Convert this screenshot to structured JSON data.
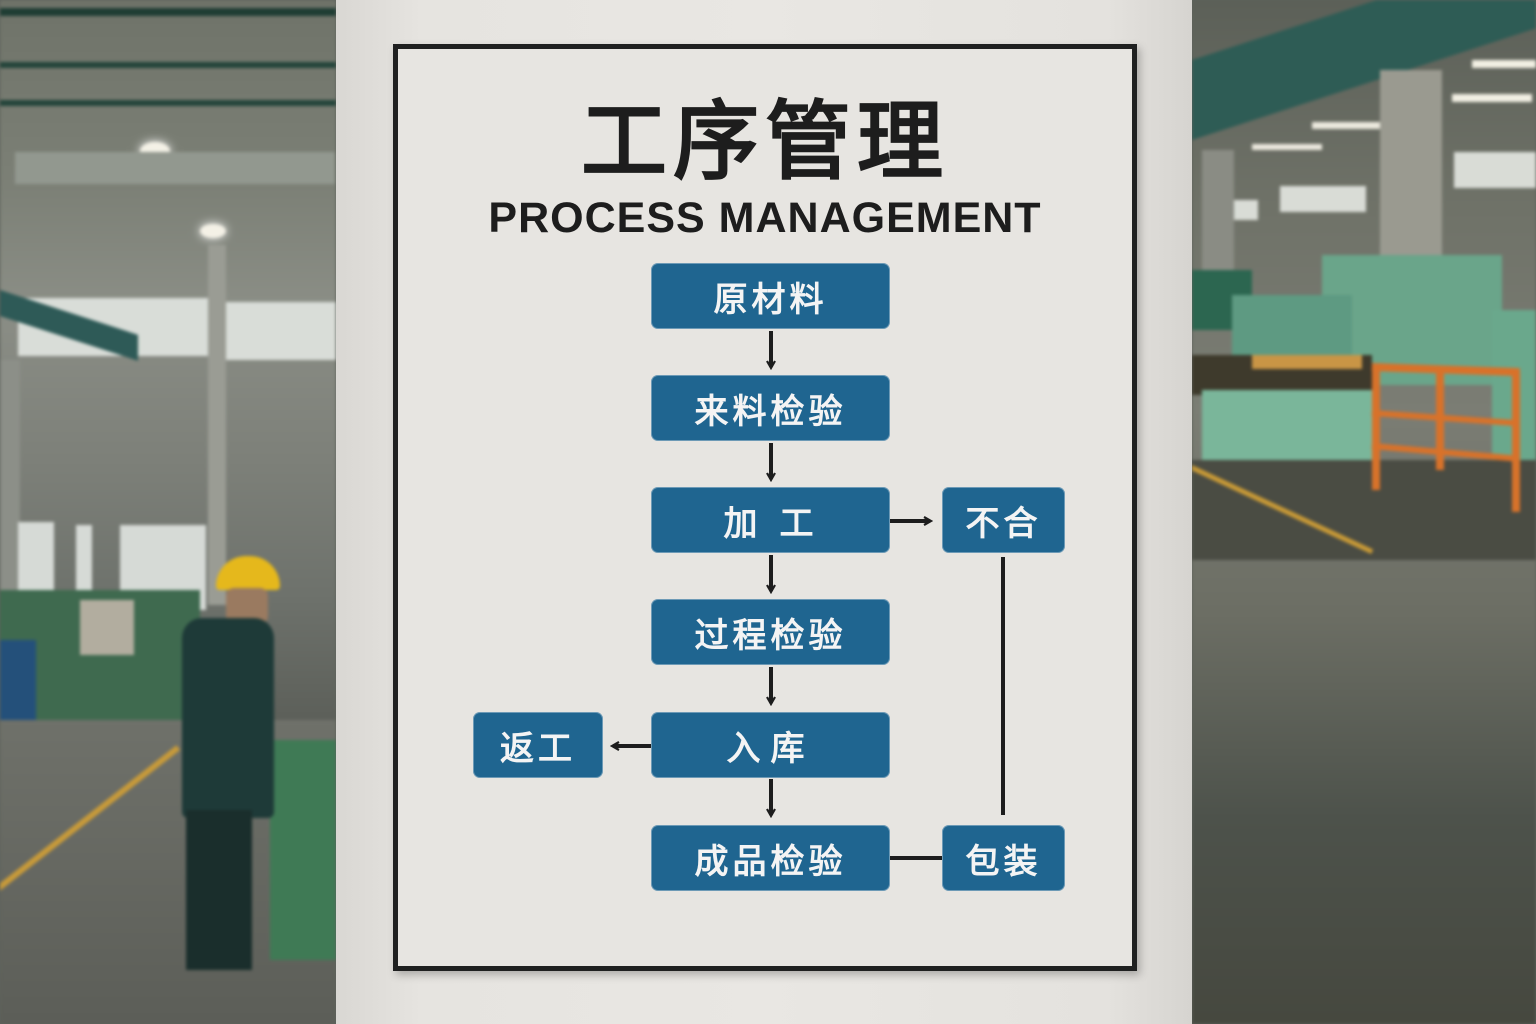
{
  "scene": {
    "description": "Factory floor with a wall-mounted process management sign",
    "colors": {
      "node_fill": "#1f6590",
      "node_text": "#f4f4f4",
      "sign_bg": "#e7e5e1",
      "frame": "#1f2020",
      "arrow": "#1d1d1d",
      "hardhat": "#e5b81c",
      "railing": "#d8722a",
      "machine": "#5f9e84"
    }
  },
  "sign": {
    "title_zh": "工序管理",
    "title_en": "PROCESS MANAGEMENT",
    "nodes": {
      "raw_material": "原材料",
      "incoming_inspection": "来料检验",
      "processing": "加工",
      "nonconforming": "不合",
      "in_process_inspection": "过程检验",
      "rework": "返工",
      "warehousing": "入库",
      "final_inspection": "成品检验",
      "packaging": "包装"
    }
  }
}
